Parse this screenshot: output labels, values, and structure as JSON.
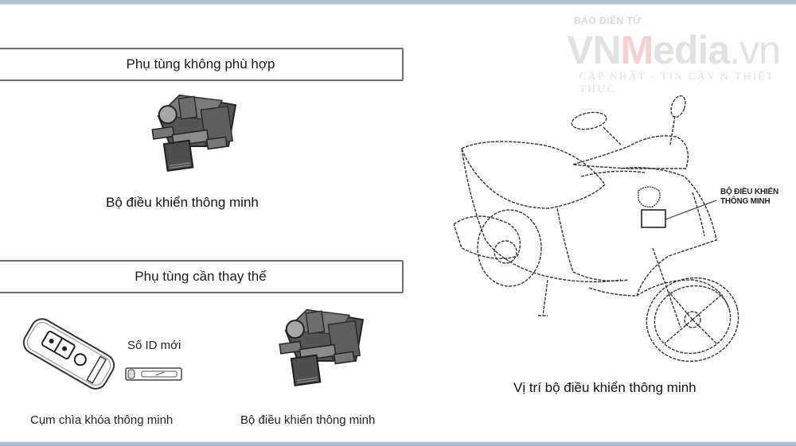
{
  "watermark": {
    "top_text": "BÁO ĐIỆN TỬ",
    "brand_vn": "VN",
    "brand_m": "M",
    "brand_rest": "edia",
    "brand_domain": ".vn",
    "tagline": "CẬP NHẬT - TIN CẬY & THIẾT THỰC"
  },
  "sections": {
    "unsuitable": {
      "title": "Phụ tùng không phù hợp",
      "items": [
        {
          "caption": "Bộ điều khiển thông minh",
          "icon": "smart-control-unit"
        }
      ]
    },
    "replacement": {
      "title": "Phụ tùng cần thay thế",
      "items": [
        {
          "caption": "Cụm chìa khóa thông minh",
          "icon": "smart-key-fob"
        },
        {
          "caption": "Số ID mới",
          "icon": "id-tag"
        },
        {
          "caption": "Bộ điều khiển thông minh",
          "icon": "smart-control-unit"
        }
      ]
    }
  },
  "scooter_diagram": {
    "callout_line1": "BỘ ĐIỀU KHIỂN",
    "callout_line2": "THÔNG MINH",
    "caption": "Vị trí bộ điều khiển thông minh"
  },
  "colors": {
    "frame_border": "#6f6f6f",
    "top_bar": "#b4c3d8",
    "watermark_accent": "#f6cfcf"
  }
}
